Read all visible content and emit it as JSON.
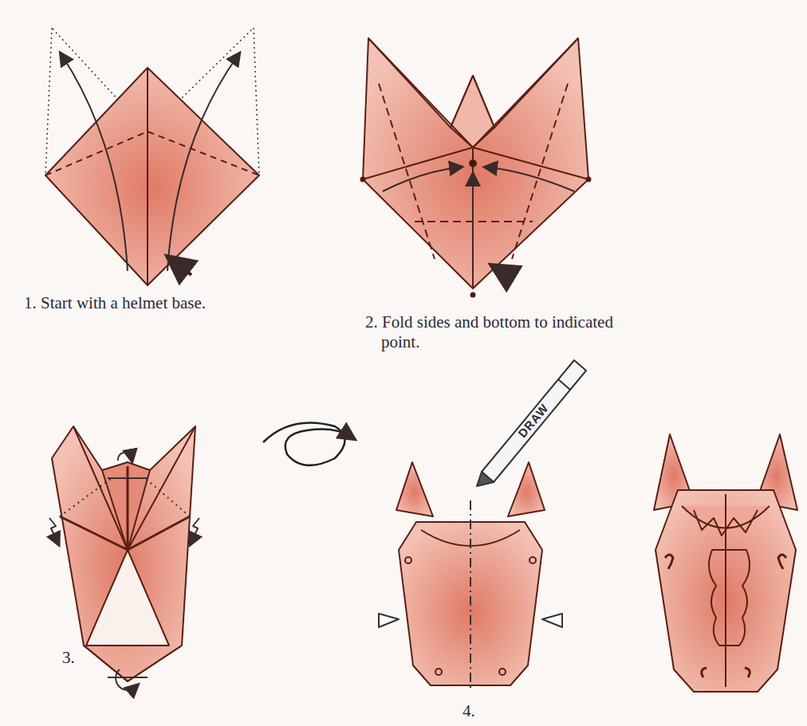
{
  "diagram": {
    "labels": [
      "1. Start with a helmet base.",
      "2. Fold sides and bottom to indicated point.",
      "3.",
      "4.",
      "DRAW"
    ]
  }
}
